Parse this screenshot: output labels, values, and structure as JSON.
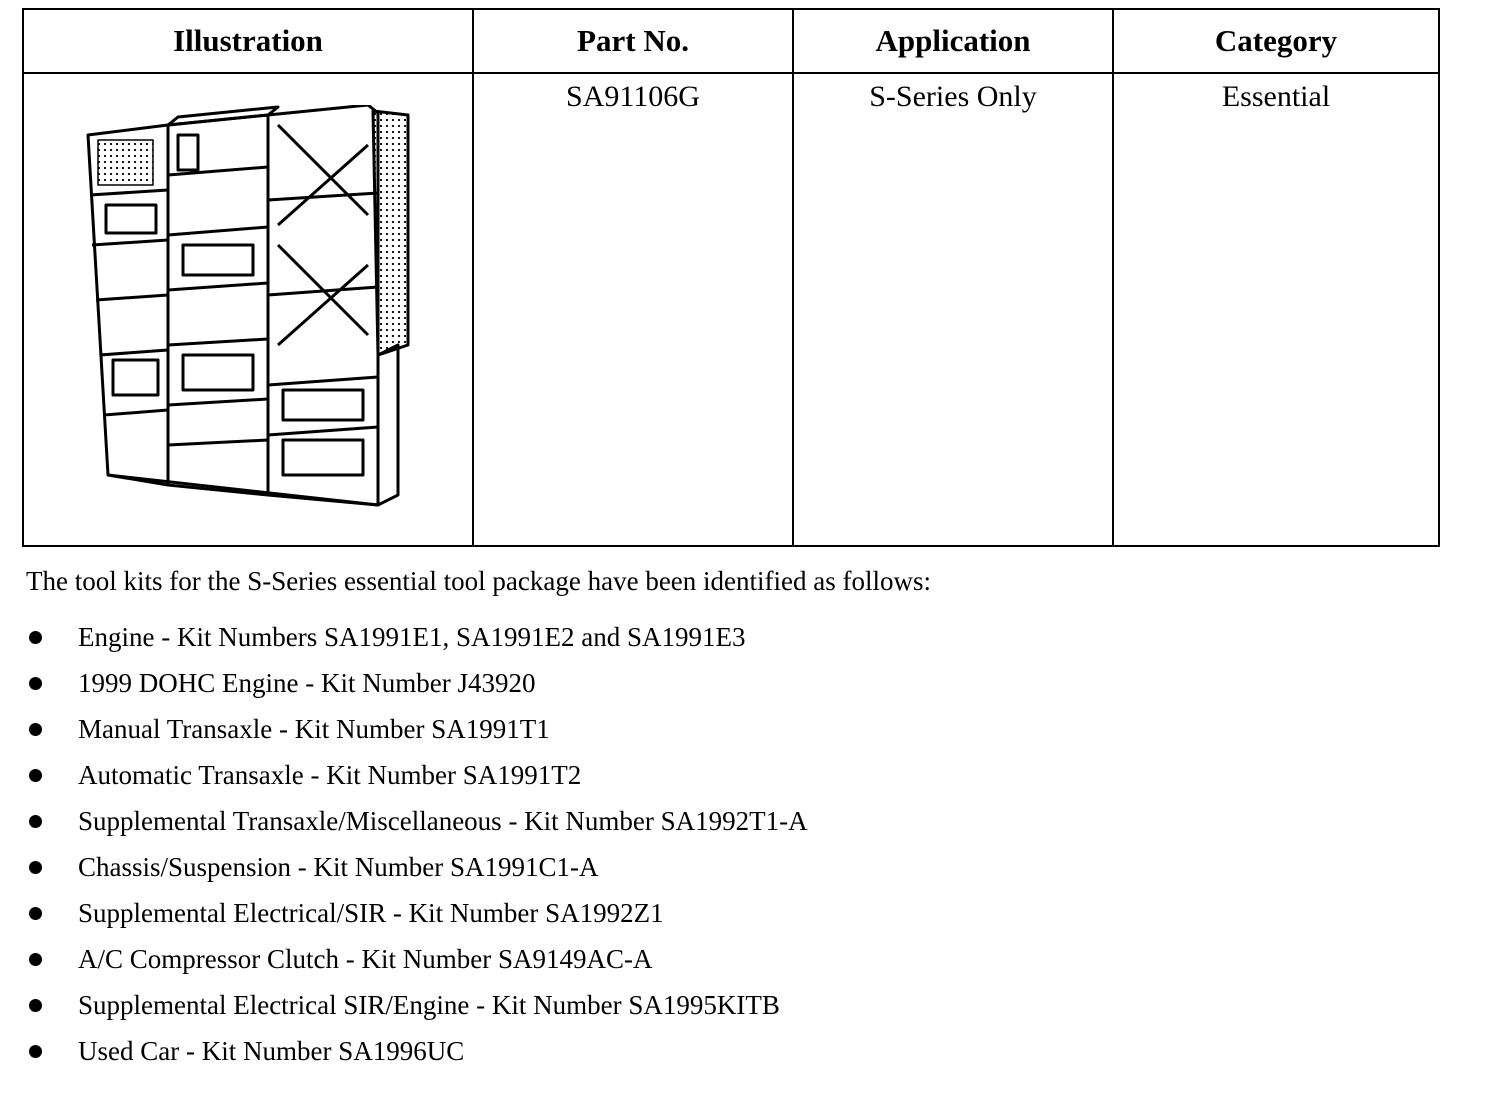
{
  "table": {
    "headers": {
      "illustration": "Illustration",
      "part_no": "Part No.",
      "application": "Application",
      "category": "Category"
    },
    "row": {
      "illustration_icon": "tool-storage-cabinet-icon",
      "part_no": "SA91106G",
      "application": "S-Series Only",
      "category": "Essential"
    }
  },
  "intro_text": "The tool kits for the S-Series essential tool package have been identified as follows:",
  "kits": [
    "Engine - Kit Numbers SA1991E1,  SA1991E2 and SA1991E3",
    "1999 DOHC Engine - Kit Number J43920",
    "Manual Transaxle - Kit Number SA1991T1",
    "Automatic Transaxle - Kit Number SA1991T2",
    "Supplemental Transaxle/Miscellaneous - Kit Number SA1992T1-A",
    "Chassis/Suspension - Kit Number SA1991C1-A",
    "Supplemental Electrical/SIR - Kit Number SA1992Z1",
    "A/C Compressor Clutch - Kit Number SA9149AC-A",
    "Supplemental Electrical SIR/Engine - Kit Number SA1995KITB",
    "Used Car - Kit Number SA1996UC"
  ]
}
